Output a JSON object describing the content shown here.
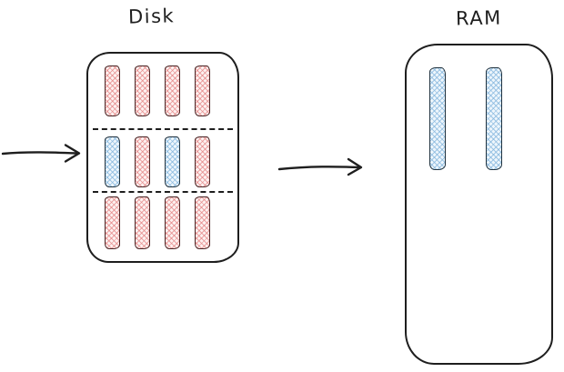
{
  "palette": {
    "outline": "#1e1e1e",
    "red_fill": "#fdf1f0",
    "red_hatch": "#e27d7d",
    "red_outline": "#4a2424",
    "blue_fill": "#eef6fc",
    "blue_hatch": "#7fb3dc",
    "blue_outline": "#20323f"
  },
  "disk": {
    "title": "Disk",
    "rows": [
      {
        "cells": [
          "red",
          "red",
          "red",
          "red"
        ]
      },
      {
        "cells": [
          "blue",
          "red",
          "blue",
          "red"
        ]
      },
      {
        "cells": [
          "red",
          "red",
          "red",
          "red"
        ]
      }
    ]
  },
  "ram": {
    "title": "RAM",
    "cells": [
      "blue",
      "blue"
    ]
  },
  "icons": {
    "left_arrow": "arrow-right",
    "transfer_arrow": "arrow-right"
  }
}
